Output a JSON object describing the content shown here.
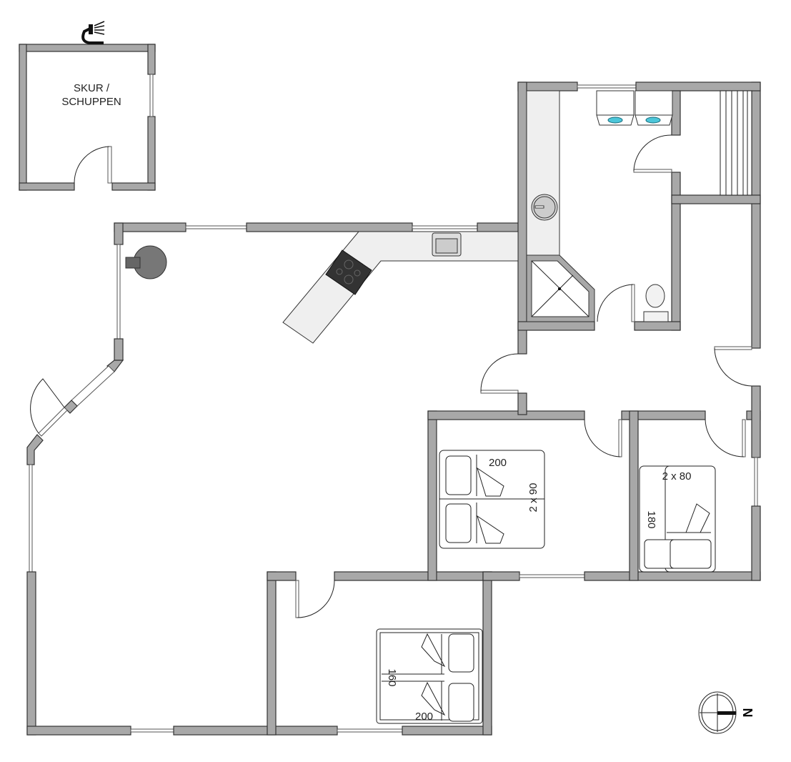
{
  "shed": {
    "label_line1": "SKUR /",
    "label_line2": "SCHUPPEN",
    "icon": "outdoor-shower-icon"
  },
  "bedrooms": [
    {
      "bed_length": "200",
      "bed_width": "2 x 90"
    },
    {
      "bed_length": "180",
      "bed_width": "2 x 80"
    },
    {
      "bed_length": "200",
      "bed_width": "160"
    }
  ],
  "compass": {
    "letter": "N"
  },
  "colors": {
    "wall": "#a8a8a8",
    "counter": "#efefef",
    "stove": "#333333"
  }
}
